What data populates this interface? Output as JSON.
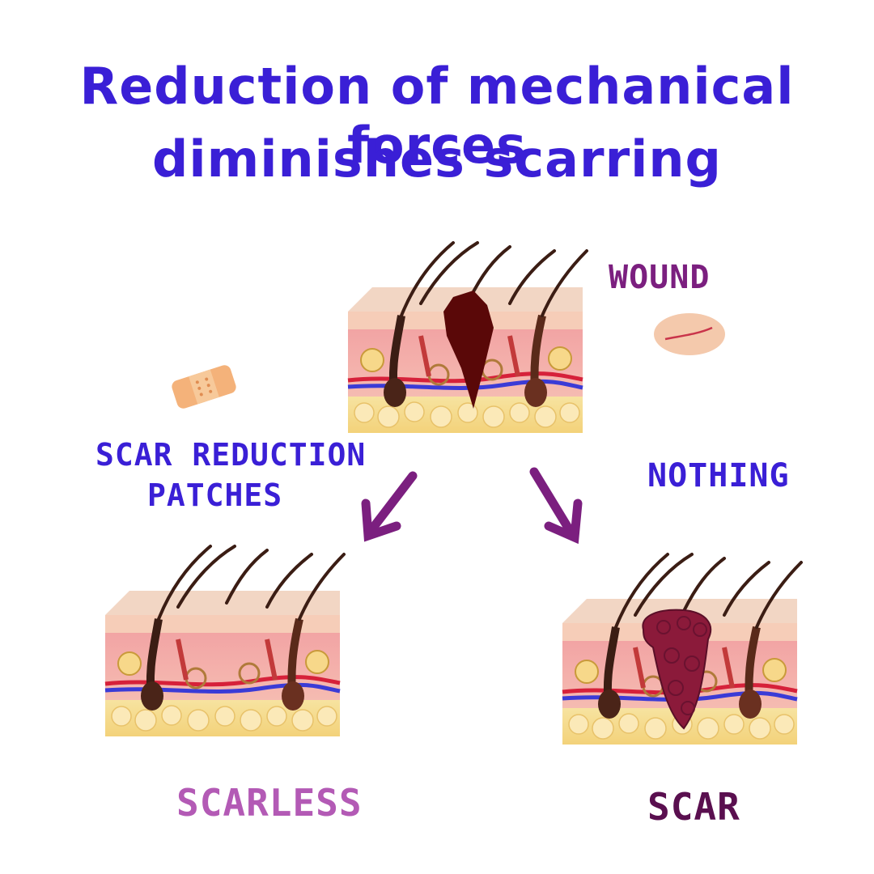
{
  "title": {
    "line1": "Reduction of mechanical forces",
    "line2": "diminishes scarring"
  },
  "labels": {
    "wound": "WOUND",
    "patches_line1": "SCAR REDUCTION",
    "patches_line2": "PATCHES",
    "nothing": "NOTHING",
    "scarless": "SCARLESS",
    "scar": "SCAR"
  },
  "colors": {
    "title": "#3a1fd6",
    "wound": "#7b1f7f",
    "patches": "#3a1fd6",
    "nothing": "#3a1fd6",
    "scarless": "#b35ab5",
    "scar": "#5a0f4f",
    "arrow": "#7b1f7f"
  },
  "icons": [
    "skin-block-wound",
    "skin-block-scarless",
    "skin-block-scar",
    "bandage-icon",
    "wound-icon",
    "arrow-left-down",
    "arrow-right-down"
  ]
}
